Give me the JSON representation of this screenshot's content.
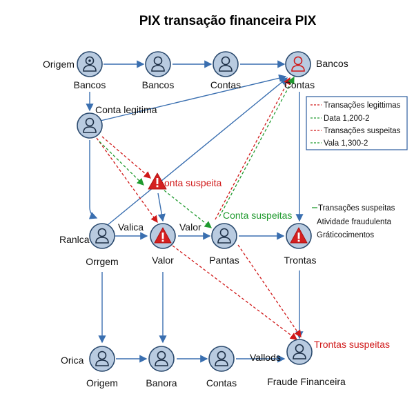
{
  "title": "PIX transação financeira PIX",
  "labels": {
    "origem_top": "Origem",
    "bancos_1": "Bancos",
    "bancos_2": "Bancos",
    "contas_top": "Contas",
    "bancos_right": "Bancos",
    "contas_right": "Contas",
    "conta_legitima": "Conta legitima",
    "conta_suspeita": "onta suspeita",
    "conta_suspeitas": "Conta suspeitas",
    "ranlca": "Ranlca",
    "valica": "Valica",
    "valor_edge": "Valor",
    "orrgem": "Orrgem",
    "valor_node": "Valor",
    "pantas": "Pantas",
    "trontas": "Trontas",
    "orica": "Orica",
    "origem_bottom": "Origem",
    "banora": "Banora",
    "contas_bottom": "Contas",
    "vallods": "Vallods",
    "fraude": "Fraude Financeira",
    "trontas_suspeitas": "Trontas suspeitas"
  },
  "legend": {
    "items": [
      {
        "text": "Transações legittimas",
        "color": "#d01818",
        "style": "dashed"
      },
      {
        "text": "Data 1,200-2",
        "color": "#1f9a2e",
        "style": "dashed"
      },
      {
        "text": "Transações suspeitas",
        "color": "#d01818",
        "style": "dashed"
      },
      {
        "text": "Vala 1,300-2",
        "color": "#1f9a2e",
        "style": "dashed"
      }
    ]
  },
  "side_notes": [
    "Transações suspeitas",
    "Atividade fraudulenta",
    "Gráticocimentos"
  ],
  "colors": {
    "node_fill": "#b9cbe0",
    "node_stroke": "#2b4a6e",
    "edge_blue": "#3a6fb0",
    "edge_red": "#d01818",
    "edge_green": "#1f9a2e",
    "alert_red": "#d42020"
  },
  "icons": [
    "user-icon",
    "alert-icon",
    "user-alert-icon"
  ]
}
